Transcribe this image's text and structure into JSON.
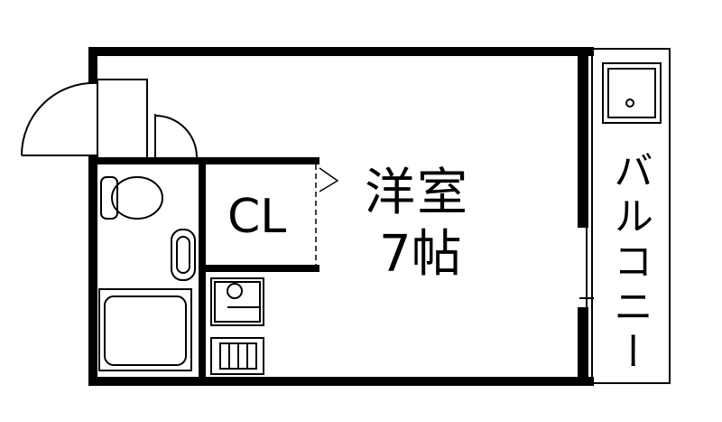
{
  "rooms": {
    "main_room_name": "洋室",
    "main_room_size": "7帖",
    "closet": "CL",
    "balcony": "バルコニー"
  },
  "colors": {
    "wall": "#000000",
    "background": "#ffffff"
  }
}
